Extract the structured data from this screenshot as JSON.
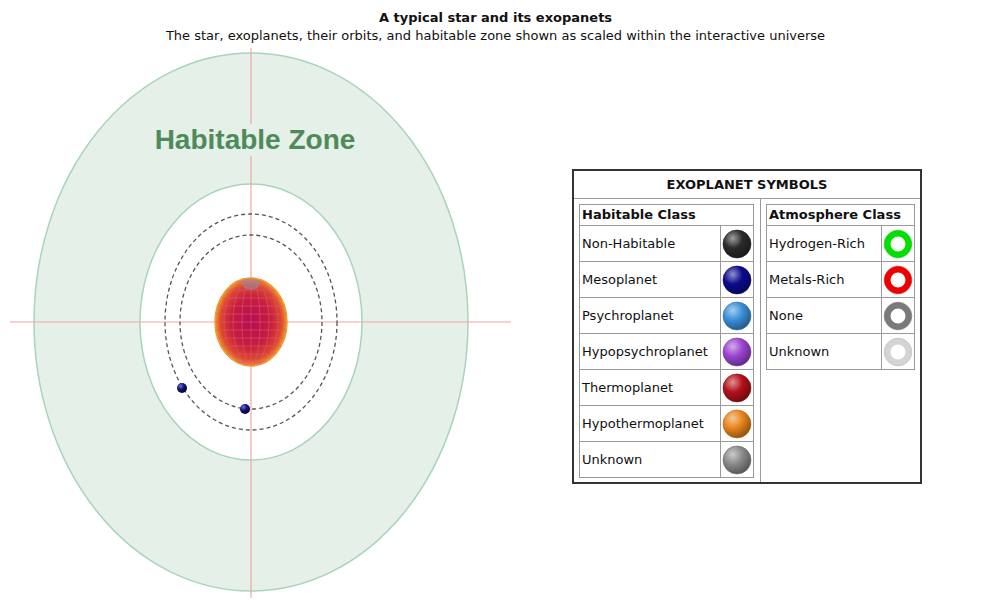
{
  "diagram": {
    "title": "A typical star and its exopanets",
    "nodes": [
      {
        "text": [
          "Habitable Zone"
        ]
      },
      {
        "text": [
          "EXOPLANET SYMBOLS"
        ]
      },
      {
        "text": [
          "Habitable Class"
        ],
        "in": 1
      },
      {
        "text": [
          "Atmosphere Class"
        ],
        "in": 1
      }
    ],
    "labels": [
      "The star, exoplanets, their orbits, and habitable zone shown as scaled within the interactive universe"
    ],
    "legend": [
      {
        "text": "Non-Habitable",
        "color": "#2a2a2a"
      },
      {
        "text": "Mesoplanet",
        "color": "#0a0a8c"
      },
      {
        "text": "Psychroplanet",
        "color": "#3a8fd8"
      },
      {
        "text": "Hypopsychroplanet",
        "color": "#9b45d0"
      },
      {
        "text": "Thermoplanet",
        "color": "#b3101a"
      },
      {
        "text": "Hypothermoplanet",
        "color": "#e8841c"
      },
      {
        "text": "Unknown",
        "color": "#8a8a8a"
      },
      {
        "text": "Hydrogen-Rich",
        "color": "#00e000"
      },
      {
        "text": "Metals-Rich",
        "color": "#ee0000"
      },
      {
        "text": "None",
        "color": "#7a7a7a"
      },
      {
        "text": "Unknown",
        "color": "#d4d4d4"
      }
    ]
  }
}
